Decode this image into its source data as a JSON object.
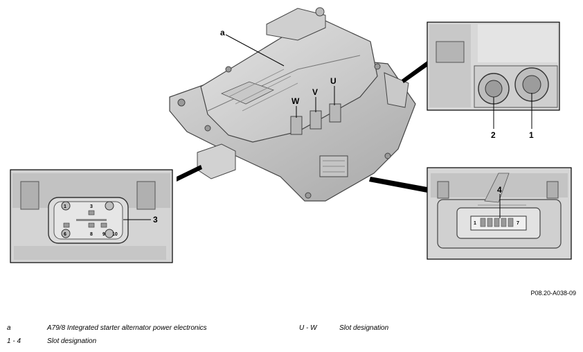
{
  "callouts": {
    "a": "a",
    "W": "W",
    "V": "V",
    "U": "U",
    "slot_2": "2",
    "slot_1": "1",
    "slot_3": "3",
    "slot_4": "4"
  },
  "connector_3_pins": [
    "1",
    "3",
    "6",
    "8",
    "9",
    "10"
  ],
  "connector_4_pins": [
    "1",
    "7"
  ],
  "reference_code": "P08.20-A038-09",
  "legend": [
    {
      "key": "a",
      "text": "A79/8 Integrated starter alternator power electronics"
    },
    {
      "key": "U - W",
      "text": "Slot designation"
    },
    {
      "key": "1 - 4",
      "text": "Slot designation"
    }
  ]
}
